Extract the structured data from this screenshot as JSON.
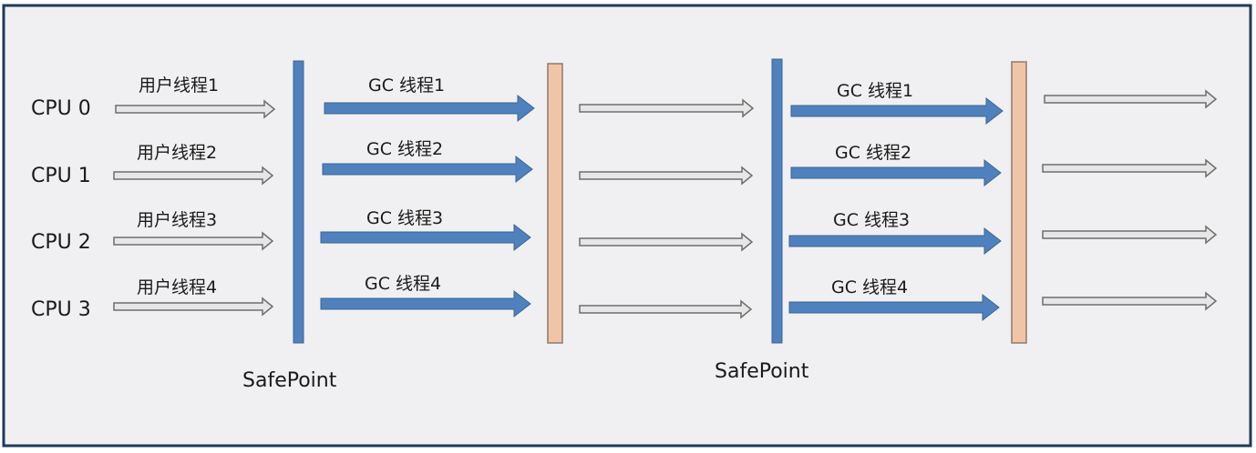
{
  "diagram": {
    "cpu_labels": [
      "CPU 0",
      "CPU 1",
      "CPU 2",
      "CPU 3"
    ],
    "user_threads": [
      "用户线程1",
      "用户线程2",
      "用户线程3",
      "用户线程4"
    ],
    "gc_threads_first": [
      "GC 线程1",
      "GC 线程2",
      "GC 线程3",
      "GC 线程4"
    ],
    "gc_threads_second": [
      "GC 线程1",
      "GC 线程2",
      "GC 线程3",
      "GC 线程4"
    ],
    "safepoint_labels": [
      "SafePoint",
      "SafePoint"
    ]
  },
  "colors": {
    "background": "#f0f0f2",
    "frame": "#1f3a5a",
    "gc_arrow": "#4f81bd",
    "gc_arrow_stroke": "#3a6596",
    "user_arrow_fill": "#e6e6e6",
    "user_arrow_stroke": "#6e6e6e",
    "safepoint_bar": "#4f81bd",
    "end_bar": "#f2c4a6",
    "end_bar_stroke": "#8a7a70"
  }
}
